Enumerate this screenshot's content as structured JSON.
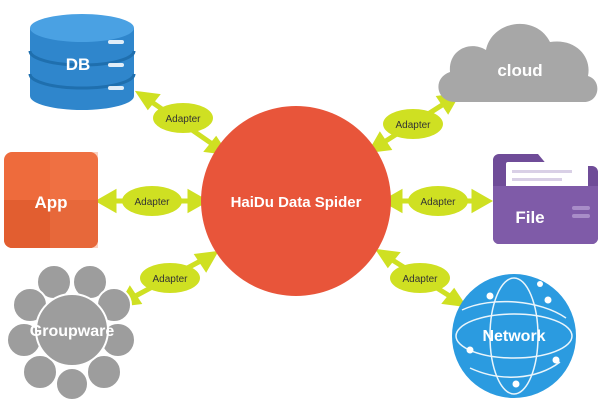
{
  "hub": {
    "label": "HaiDu Data Spider",
    "color": "#e8553a"
  },
  "adapter_label": "Adapter",
  "adapter_color": "#cfe022",
  "nodes": {
    "db": {
      "label": "DB",
      "color": "#2f86cc"
    },
    "app": {
      "label": "App",
      "color": "#ee6b3c"
    },
    "groupware": {
      "label": "Groupware",
      "color": "#9d9d9d"
    },
    "cloud": {
      "label": "cloud",
      "color": "#a7a7a7"
    },
    "file": {
      "label": "File",
      "color": "#7f5ba8"
    },
    "network": {
      "label": "Network",
      "color": "#2b9be0"
    }
  },
  "icons": {
    "db": "database-icon",
    "app": "app-tile-icon",
    "groupware": "groupware-network-icon",
    "cloud": "cloud-icon",
    "file": "folder-icon",
    "network": "globe-network-icon"
  }
}
